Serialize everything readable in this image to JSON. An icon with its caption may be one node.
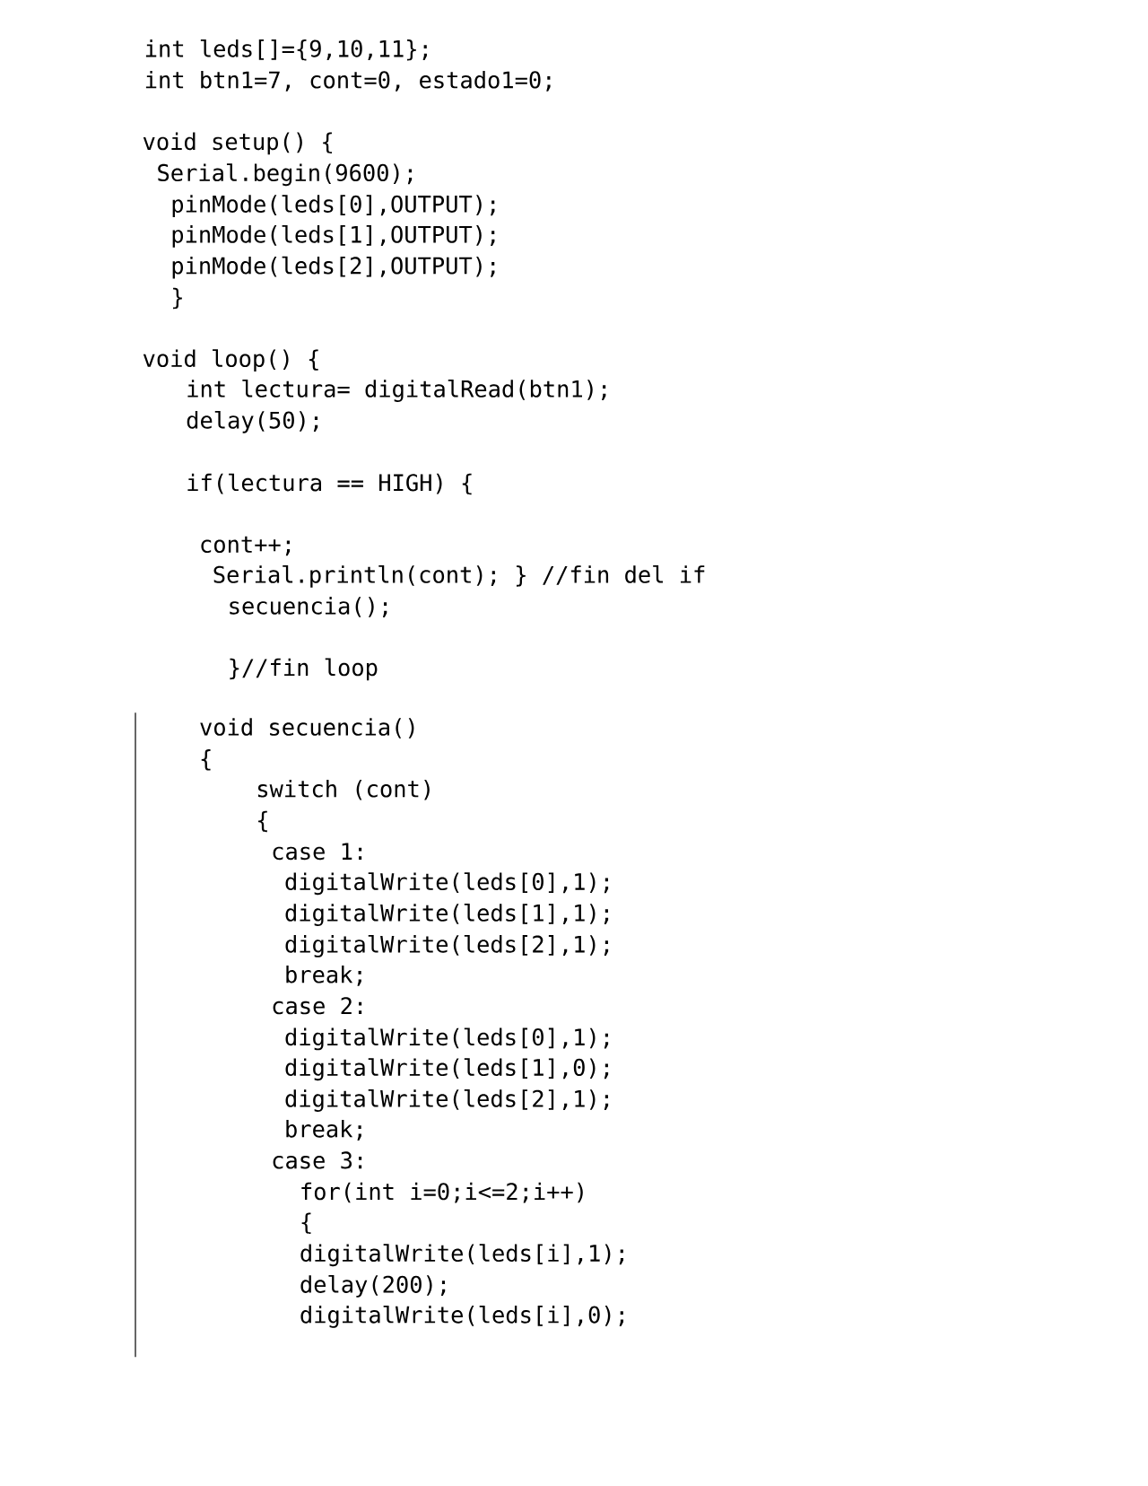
{
  "diagram": {
    "labels": [
      "int leds[]={9,10,11};",
      "int btn1=7, cont=0, estado1=0;",
      "void setup() {",
      "Serial.begin(9600);",
      "pinMode(leds[0],OUTPUT);",
      "pinMode(leds[1],OUTPUT);",
      "pinMode(leds[2],OUTPUT);",
      "}",
      "void loop() {",
      "int lectura= digitalRead(btn1);",
      "delay(50);",
      "if(lectura == HIGH) {",
      "cont++;",
      "Serial.println(cont);  } //fin del if",
      "secuencia();",
      "}//fin loop",
      "void secuencia()",
      "{",
      "switch (cont)",
      "{",
      "case 1:",
      "digitalWrite(leds[0],1);",
      "digitalWrite(leds[1],1);",
      "digitalWrite(leds[2],1);",
      "break;",
      "case 2:",
      "digitalWrite(leds[0],1);",
      "digitalWrite(leds[1],0);",
      "digitalWrite(leds[2],1);",
      "break;",
      "case 3:",
      "for(int i=0;i<=2;i++)",
      "{",
      "digitalWrite(leds[i],1);",
      "delay(200);",
      "digitalWrite(leds[i],0);"
    ]
  }
}
